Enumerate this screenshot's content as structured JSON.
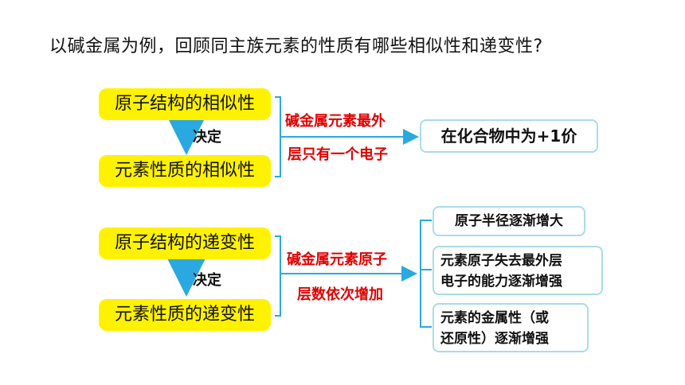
{
  "title": "以碱金属为例，回顾同主族元素的性质有哪些相似性和递变性?",
  "section1": {
    "top_box": "原子结构的相似性",
    "decide": "决定",
    "bottom_box": "元素性质的相似性",
    "red_line1": "碱金属元素最外",
    "red_line2": "层只有一个电子",
    "result": "在化合物中为+1价"
  },
  "section2": {
    "top_box": "原子结构的递变性",
    "decide": "决定",
    "bottom_box": "元素性质的递变性",
    "red_line1": "碱金属元素原子",
    "red_line2": "层数依次增加",
    "results": [
      {
        "line1": "原子半径逐渐增大",
        "line2": ""
      },
      {
        "line1": "元素原子失去最外层",
        "line2": "电子的能力逐渐增强"
      },
      {
        "line1": "元素的金属性（或",
        "line2": "还原性）逐渐增强"
      }
    ]
  },
  "colors": {
    "highlight": "#fff200",
    "red": "#e00000",
    "arrow": "#29a9e0",
    "box_border": "#a8dce8"
  }
}
